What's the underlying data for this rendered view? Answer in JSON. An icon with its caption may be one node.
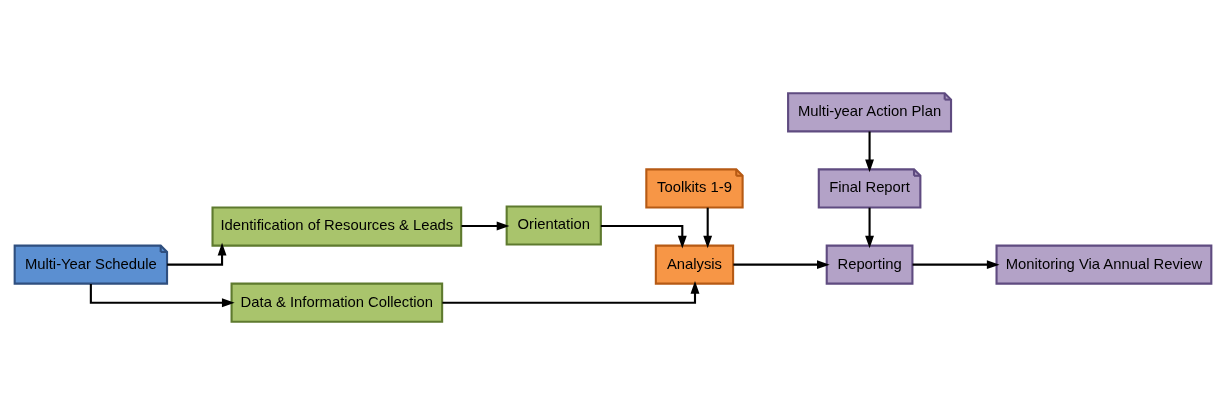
{
  "diagram": {
    "nodes": [
      {
        "text": [
          "Multi-Year Schedule"
        ]
      },
      {
        "text": [
          "Identification of Resources & Leads"
        ]
      },
      {
        "text": [
          "Orientation"
        ]
      },
      {
        "text": [
          "Data & Information Collection"
        ]
      },
      {
        "text": [
          "Analysis"
        ]
      },
      {
        "text": [
          "Toolkits 1-9"
        ]
      },
      {
        "text": [
          "Reporting"
        ]
      },
      {
        "text": [
          "Final Report"
        ]
      },
      {
        "text": [
          "Multi-year Action Plan"
        ]
      },
      {
        "text": [
          "Monitoring Via Annual Review"
        ]
      }
    ],
    "edges": [
      {
        "from": 0,
        "to": 1,
        "arrow": "to"
      },
      {
        "from": 0,
        "to": 3,
        "arrow": "to"
      },
      {
        "from": 1,
        "to": 2,
        "arrow": "to"
      },
      {
        "from": 2,
        "to": 4,
        "arrow": "to"
      },
      {
        "from": 3,
        "to": 4,
        "arrow": "to"
      },
      {
        "from": 5,
        "to": 4,
        "arrow": "to"
      },
      {
        "from": 4,
        "to": 6,
        "arrow": "to"
      },
      {
        "from": 7,
        "to": 6,
        "arrow": "to"
      },
      {
        "from": 8,
        "to": 7,
        "arrow": "to"
      },
      {
        "from": 6,
        "to": 9,
        "arrow": "to"
      }
    ]
  }
}
